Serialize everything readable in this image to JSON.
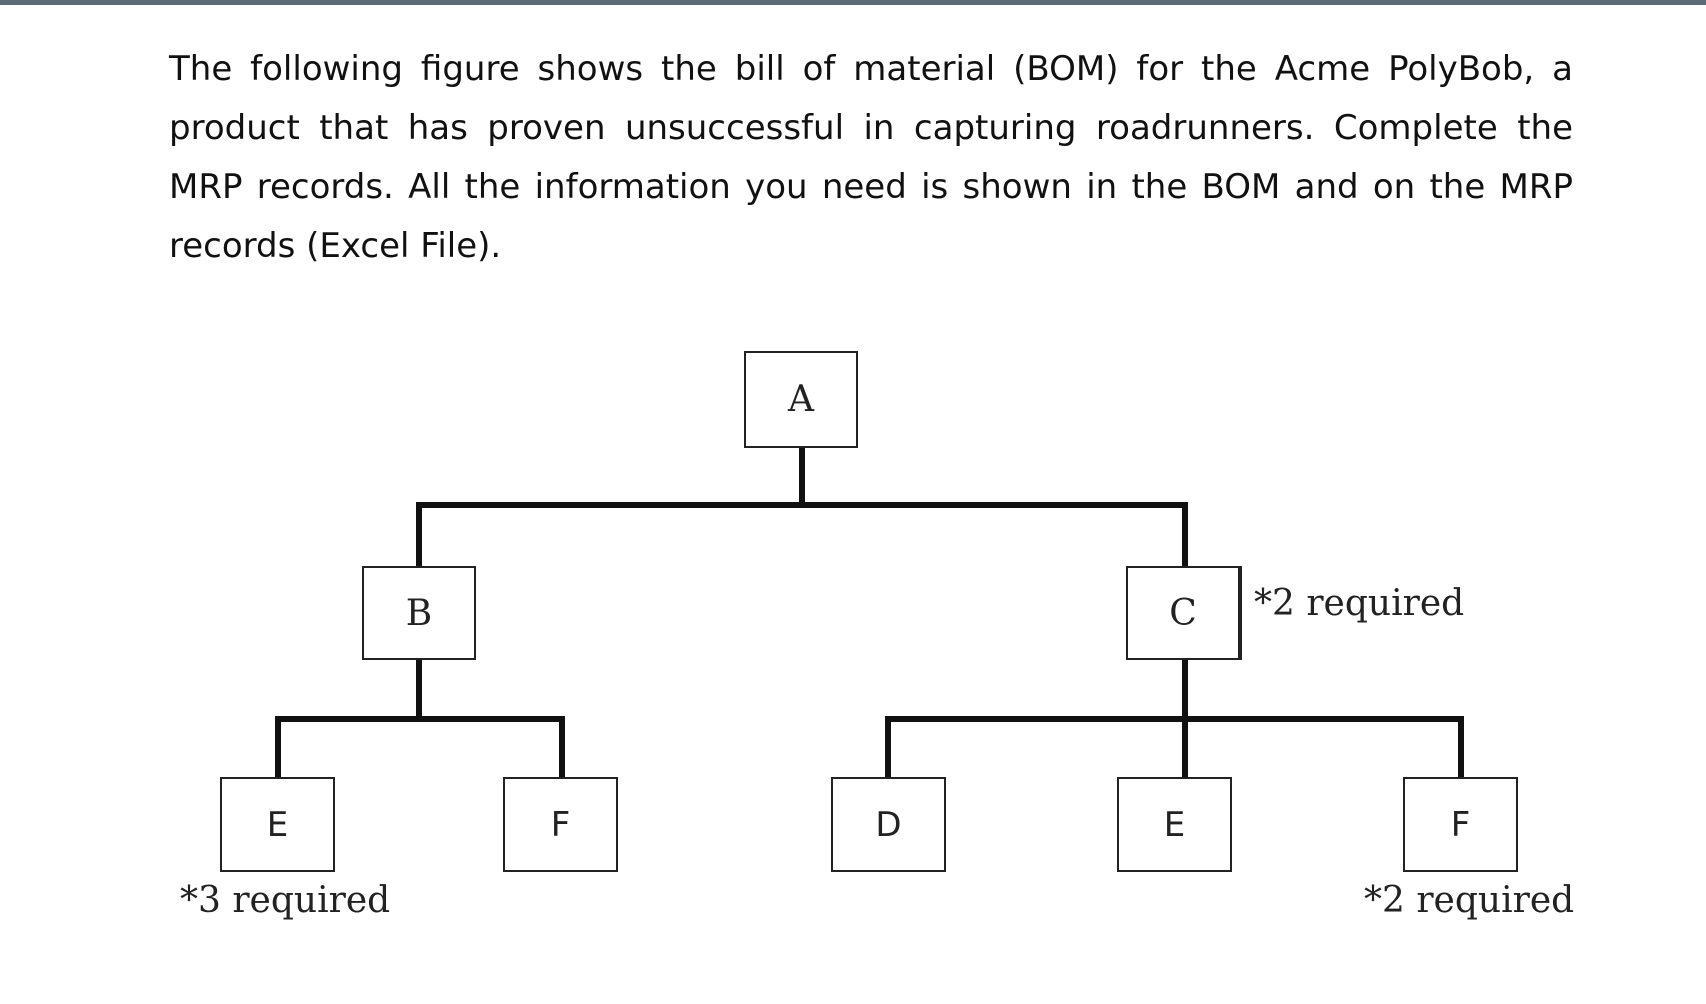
{
  "intro_text": "The following figure shows the bill of material (BOM) for the Acme PolyBob, a product that has proven unsuccessful in capturing roadrunners. Complete the MRP records. All the information you need is shown in the BOM and on the MRP records (Excel File).",
  "bom": {
    "nodes": {
      "a": "A",
      "b": "B",
      "c": "C",
      "e_under_b": "E",
      "f_under_b": "F",
      "d_under_c": "D",
      "e_under_c": "E",
      "f_under_c": "F"
    },
    "notes": {
      "c_quantity": "*2 required",
      "e_quantity": "*3 required",
      "f_quantity": "*2 required"
    }
  },
  "colors": {
    "top_bar": "#5b6a76",
    "lines": "#111111",
    "text": "#222222"
  }
}
